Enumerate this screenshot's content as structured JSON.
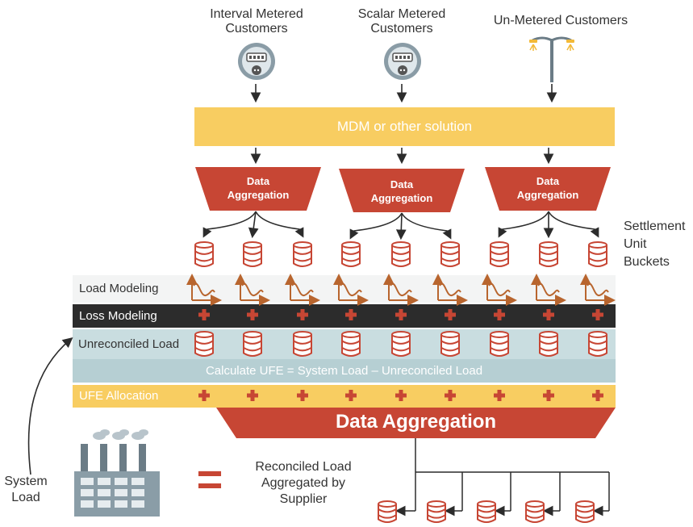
{
  "customers": {
    "interval": [
      "Interval Metered",
      "Customers"
    ],
    "scalar": [
      "Scalar Metered",
      "Customers"
    ],
    "unmetered": "Un-Metered Customers"
  },
  "mdm_label": "MDM or other solution",
  "aggregation_small": [
    "Data",
    "Aggregation"
  ],
  "settlement": [
    "Settlement",
    "Unit",
    "Buckets"
  ],
  "bands": {
    "load_modeling": "Load Modeling",
    "loss_modeling": "Loss Modeling",
    "unreconciled": "Unreconciled Load",
    "calculate": "Calculate UFE = System Load – Unreconciled Load",
    "ufe_allocation": "UFE Allocation"
  },
  "aggregation_big": "Data Aggregation",
  "system_load": [
    "System",
    "Load"
  ],
  "equals": "=",
  "reconciled": [
    "Reconciled Load",
    "Aggregated by",
    "Supplier"
  ],
  "colors": {
    "red": "#c74634",
    "yellow": "#f8cd61",
    "dark": "#2c2c2c",
    "pale": "#c9dde0",
    "grey_blue": "#b6cfd3",
    "light": "#f3f4f4",
    "factory": "#8a9da7"
  },
  "icons": [
    "meter-icon",
    "street-light-icon",
    "database-icon",
    "load-curve-icon",
    "plus-icon",
    "factory-icon",
    "arrow-icon"
  ]
}
